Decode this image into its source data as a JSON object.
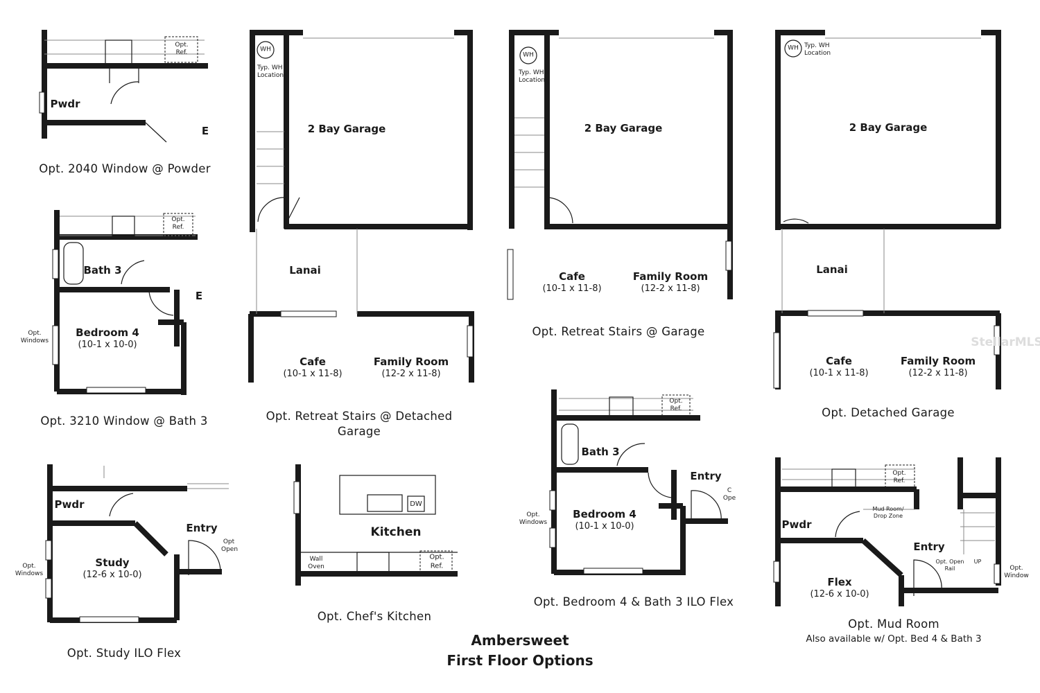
{
  "title": {
    "line1": "Ambersweet",
    "line2": "First Floor Options"
  },
  "watermark": "StellarMLS",
  "wall_color": "#1a1a1a",
  "panels": {
    "powder_window": {
      "caption": "Opt. 2040 Window @ Powder",
      "pwdr": "Pwdr",
      "ref": "Opt. Ref.",
      "entry": "E"
    },
    "bath3_window": {
      "caption": "Opt. 3210 Window @ Bath 3",
      "bath": "Bath 3",
      "bedroom": "Bedroom 4",
      "bedroom_dim": "(10-1 x 10-0)",
      "ref": "Opt. Ref.",
      "windows": "Opt. Windows",
      "entry": "E"
    },
    "study": {
      "caption": "Opt. Study ILO Flex",
      "pwdr": "Pwdr",
      "study": "Study",
      "study_dim": "(12-6 x 10-0)",
      "entry": "Entry",
      "open": "Opt Open",
      "windows": "Opt. Windows"
    },
    "retreat_detached": {
      "caption_line1": "Opt. Retreat Stairs @ Detached",
      "caption_line2": "Garage",
      "wh": "WH",
      "wh_note": "Typ. WH Location",
      "garage": "2 Bay Garage",
      "lanai": "Lanai",
      "cafe": "Cafe",
      "cafe_dim": "(10-1 x 11-8)",
      "family": "Family Room",
      "family_dim": "(12-2 x 11-8)"
    },
    "kitchen": {
      "caption": "Opt. Chef's Kitchen",
      "kitchen": "Kitchen",
      "dw": "DW",
      "wall_oven": "Wall Oven",
      "ref": "Opt. Ref."
    },
    "retreat_garage": {
      "caption": "Opt. Retreat Stairs @ Garage",
      "wh": "WH",
      "wh_note": "Typ. WH Location",
      "garage": "2 Bay Garage",
      "cafe": "Cafe",
      "cafe_dim": "(10-1 x 11-8)",
      "family": "Family Room",
      "family_dim": "(12-2 x 11-8)"
    },
    "bed4_bath3": {
      "caption": "Opt. Bedroom 4 & Bath 3 ILO Flex",
      "bath": "Bath 3",
      "bedroom": "Bedroom 4",
      "bedroom_dim": "(10-1 x 10-0)",
      "entry": "Entry",
      "ref": "Opt. Ref.",
      "windows": "Opt. Windows",
      "open": "C Ope"
    },
    "detached": {
      "caption": "Opt. Detached Garage",
      "wh": "WH",
      "wh_note": "Typ. WH Location",
      "garage": "2 Bay Garage",
      "lanai": "Lanai",
      "cafe": "Cafe",
      "cafe_dim": "(10-1 x 11-8)",
      "family": "Family Room",
      "family_dim": "(12-2 x 11-8)"
    },
    "mud_room": {
      "caption": "Opt. Mud Room",
      "subcaption": "Also available w/ Opt. Bed 4 & Bath 3",
      "pwdr": "Pwdr",
      "mud": "Mud Room/ Drop Zone",
      "entry": "Entry",
      "open_rail": "Opt. Open Rail",
      "up": "UP",
      "window": "Opt. Window",
      "flex": "Flex",
      "flex_dim": "(12-6 x 10-0)",
      "ref": "Opt. Ref."
    }
  }
}
